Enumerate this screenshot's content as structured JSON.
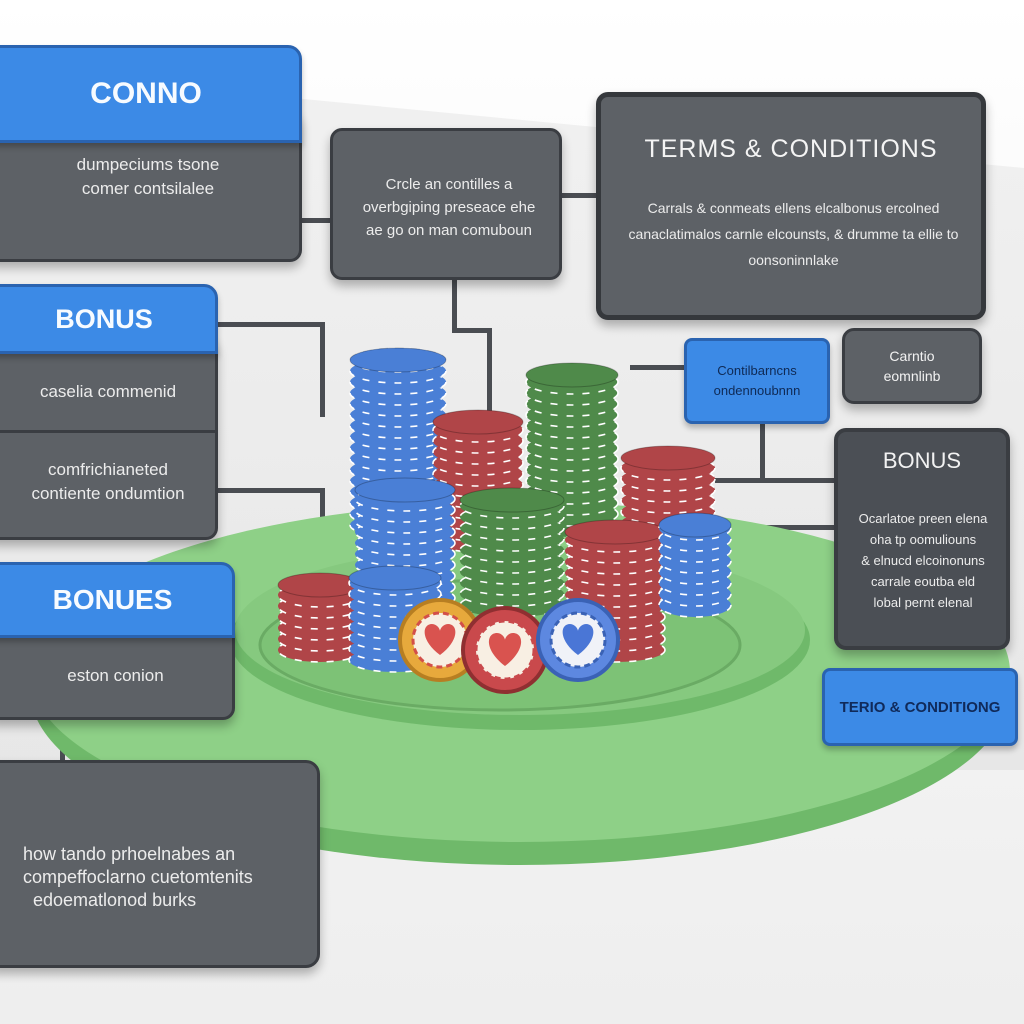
{
  "cards": {
    "conno_header": "CONNO",
    "conno_body": [
      "dumpeciums tsone",
      "comer contsilalee"
    ],
    "middle_top_body": [
      "Crcle an contilles a",
      "overbgiping preseace ehe",
      "ae go on man comuboun"
    ],
    "terms_title": "TERMS & CONDITIONS",
    "terms_body": [
      "Carrals & conmeats ellens elcalbonus ercolned",
      "canaclatimalos carnle elcounsts, & drumme ta ellie to",
      "oonsoninnlake"
    ],
    "bonus_header": "BONUS",
    "bonus_body_1": "caselia commenid",
    "bonus_body_2": [
      "comfrichianeted",
      "contiente ondumtion"
    ],
    "small_blue_label": [
      "Contilbarncns",
      "ondennoubnnn"
    ],
    "small_grey_label": [
      "Carntio",
      "eomnlinb"
    ],
    "bonus_right_title": "BONUS",
    "bonus_right_body": [
      "Ocarlatoe preen elena",
      "oha tp oomuliouns",
      "& elnucd elcoinonuns",
      "carrale eoutba eld",
      "lobal pernt elenal"
    ],
    "bonues_header": "BONUES",
    "bonues_body": "eston conion",
    "bottom_body": [
      "how tando prhoelnabes an",
      "compeffoclarno cuetomtenits",
      "edoematlonod burks"
    ],
    "terms_button": "TERIO & CONDITIONG"
  },
  "colors": {
    "blue": "#3c8ae6",
    "panel": "#5d6166",
    "table_green": "#7cc475",
    "chip_blue": "#4a7fd6",
    "chip_red": "#b04548",
    "chip_green": "#4f8a4a"
  },
  "icons": [
    "heart-chip-icon",
    "heart-chip-icon",
    "heart-chip-icon"
  ]
}
